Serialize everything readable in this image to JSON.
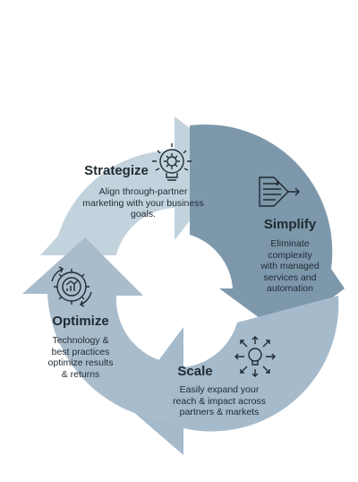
{
  "colors": {
    "strategize": "#c3d3de",
    "simplify": "#7d98ab",
    "scale": "#a5bacb",
    "optimize": "#a9bccc",
    "text": "#1f2a33",
    "icon": "#1f2a33",
    "background": "#ffffff"
  },
  "segments": [
    {
      "title": "Strategize",
      "text": [
        "Align through-partner",
        "marketing with your business",
        "goals."
      ],
      "icon": "gear-bulb-icon"
    },
    {
      "title": "Simplify",
      "text": [
        "Eliminate",
        "complexity",
        "with managed",
        "services and",
        "automation"
      ],
      "icon": "funnel-arrows-icon"
    },
    {
      "title": "Scale",
      "text": [
        "Easily expand your",
        "reach & impact across",
        "partners & markets"
      ],
      "icon": "bulb-burst-icon"
    },
    {
      "title": "Optimize",
      "text": [
        "Technology &",
        "best practices",
        "optimize results",
        "& returns"
      ],
      "icon": "gear-chart-icon"
    }
  ]
}
